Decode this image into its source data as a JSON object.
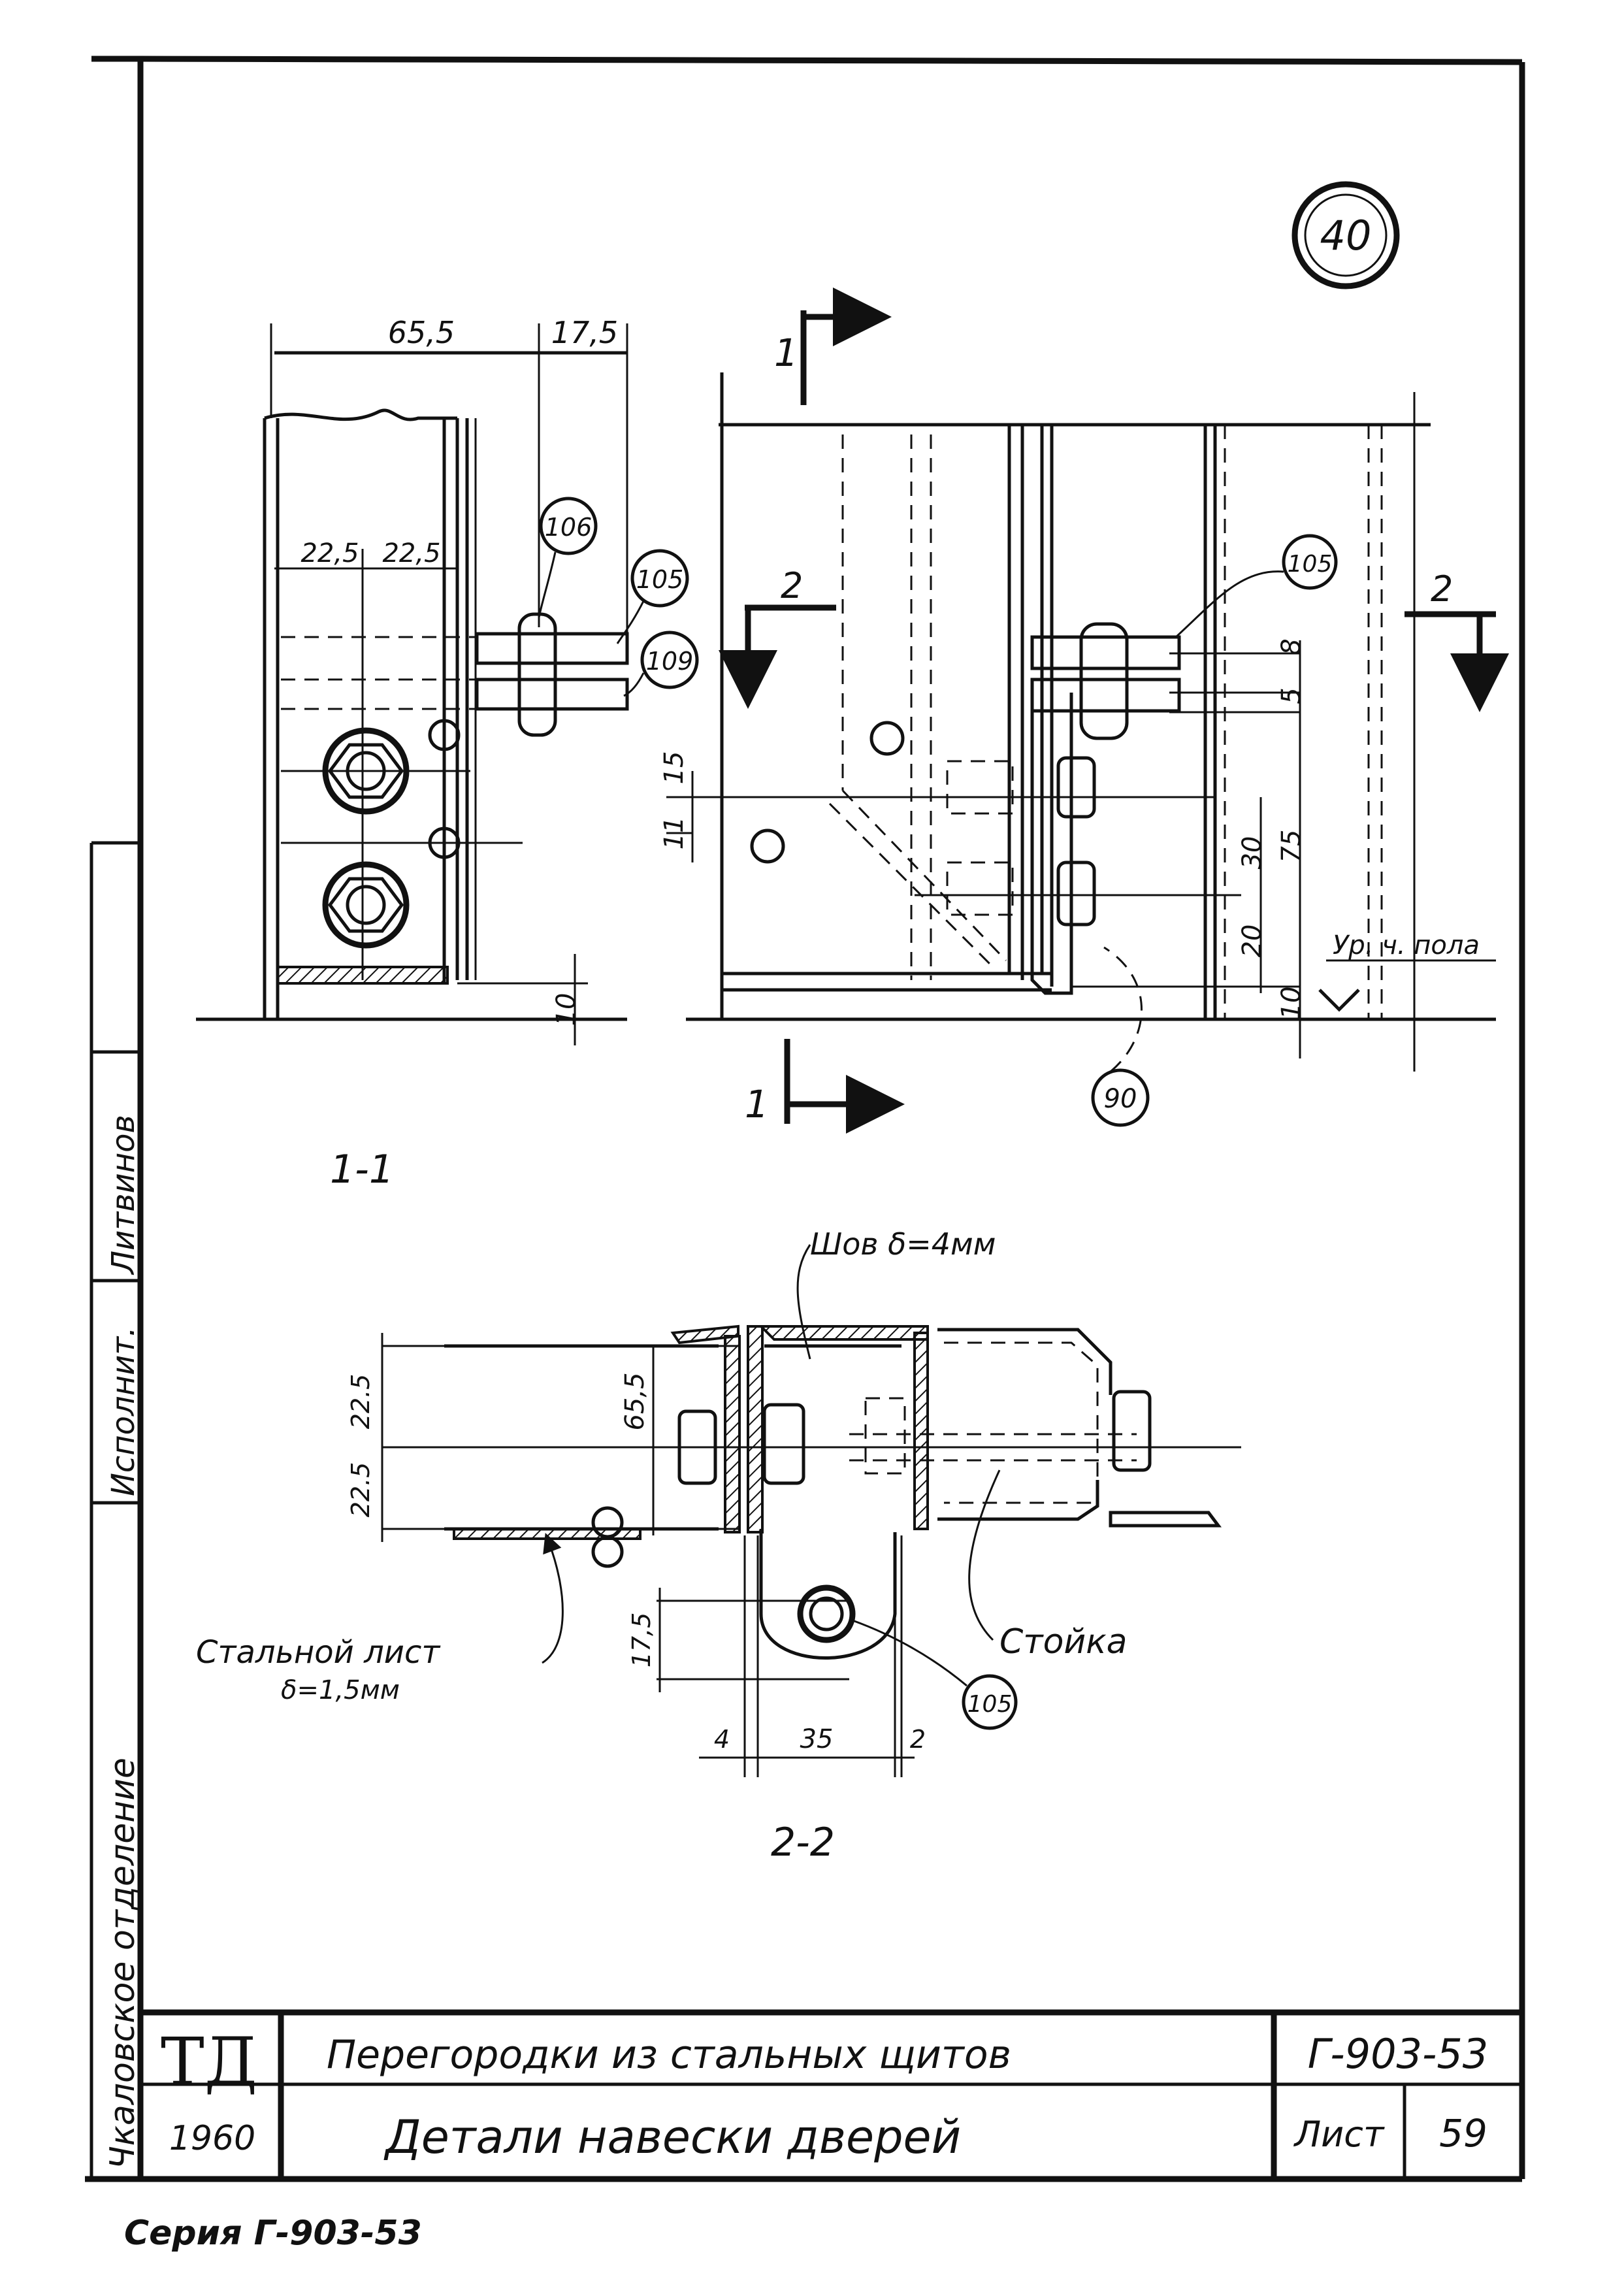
{
  "sheet": {
    "sheet_number": "40",
    "series_caption": "Серия Г-903-53"
  },
  "title_block": {
    "org": "ТД",
    "year": "1960",
    "title": "Перегородки из стальных щитов",
    "subtitle": "Детали навески дверей",
    "code": "Г-903-53",
    "sheet_label": "Лист",
    "sheet_value": "59"
  },
  "side_stamp": {
    "executor_label": "Исполнит.",
    "executor_name": "Литвинов",
    "department": "Чкаловское отделение"
  },
  "view_left": {
    "dims": [
      "65,5",
      "17,5",
      "22,5",
      "22,5",
      "10"
    ],
    "callouts": [
      "106",
      "105",
      "109"
    ]
  },
  "view_right": {
    "section_marks": [
      "1",
      "1",
      "2",
      "2"
    ],
    "dims": [
      "8",
      "5",
      "15",
      "11",
      "30",
      "75",
      "20",
      "10"
    ],
    "callouts": [
      "105",
      "90"
    ],
    "floor_label": "Ур. ч. пола"
  },
  "section_1_1": {
    "label": "1-1"
  },
  "section_2_2": {
    "label": "2-2",
    "weld_note": "Шов δ=4мм",
    "dims": [
      "22.5",
      "22.5",
      "65,5",
      "17,5",
      "4",
      "35",
      "2"
    ],
    "steel_sheet_line1": "Стальной лист",
    "steel_sheet_line2": "δ=1,5мм",
    "post_label": "Стойка",
    "callouts": [
      "105"
    ]
  }
}
